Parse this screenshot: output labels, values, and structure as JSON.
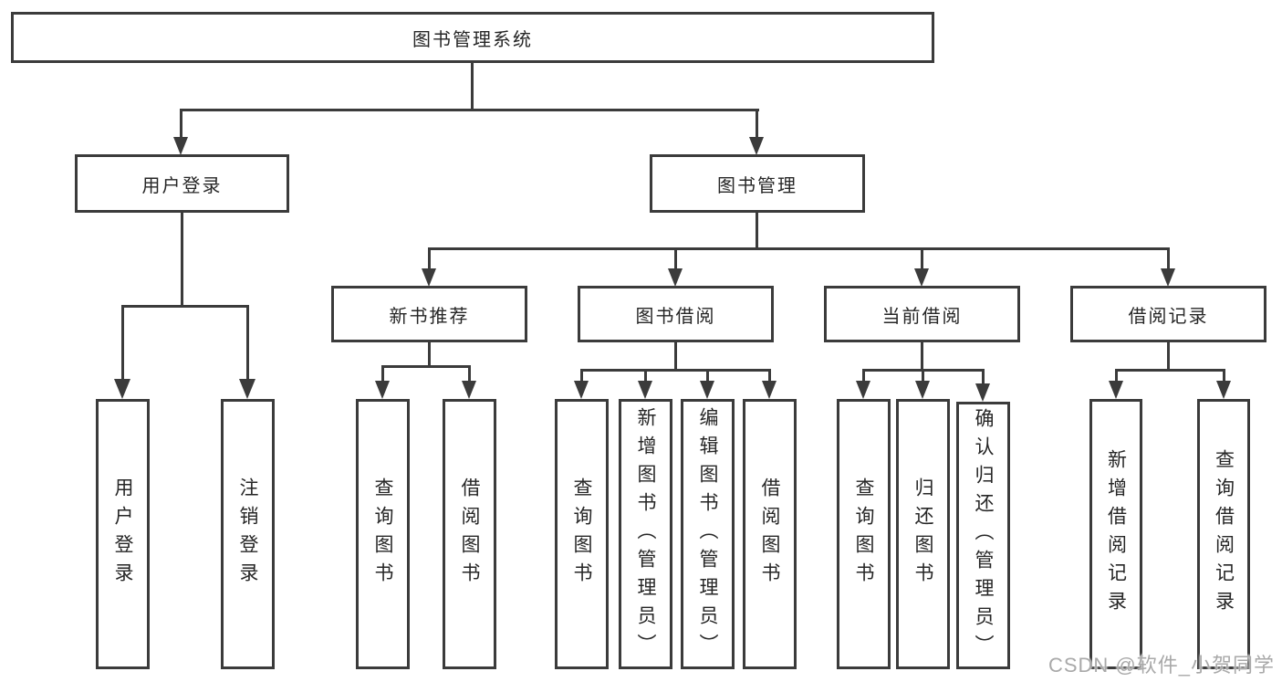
{
  "root": {
    "label": "图书管理系统"
  },
  "level2": [
    {
      "label": "用户登录"
    },
    {
      "label": "图书管理"
    }
  ],
  "level3": [
    {
      "label": "新书推荐"
    },
    {
      "label": "图书借阅"
    },
    {
      "label": "当前借阅"
    },
    {
      "label": "借阅记录"
    }
  ],
  "leaves": {
    "login": [
      {
        "label": "用户登录"
      },
      {
        "label": "注销登录"
      }
    ],
    "recommend": [
      {
        "label": "查询图书"
      },
      {
        "label": "借阅图书"
      }
    ],
    "borrow": [
      {
        "label": "查询图书"
      },
      {
        "label": "新增图书（管理员）"
      },
      {
        "label": "编辑图书（管理员）"
      },
      {
        "label": "借阅图书"
      }
    ],
    "current": [
      {
        "label": "查询图书"
      },
      {
        "label": "归还图书"
      },
      {
        "label": "确认归还（管理员）"
      }
    ],
    "records": [
      {
        "label": "新增借阅记录"
      },
      {
        "label": "查询借阅记录"
      }
    ]
  },
  "watermark": "CSDN @软件_小贺同学",
  "colors": {
    "line": "#3b3b3b",
    "text": "#262626",
    "watermark": "#a9a9a9",
    "background": "#ffffff"
  }
}
